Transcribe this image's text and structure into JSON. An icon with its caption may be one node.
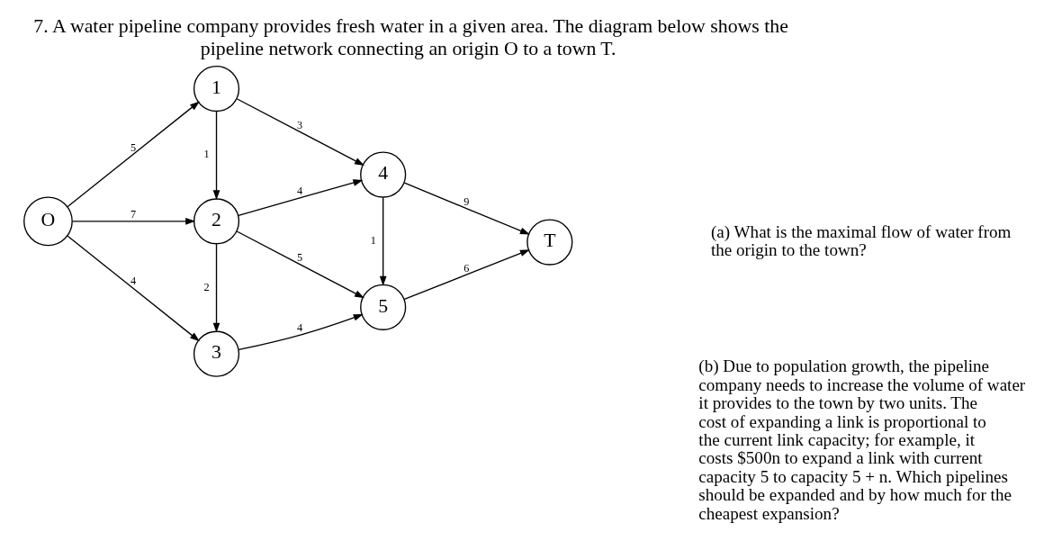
{
  "diagram": {
    "title": "7. A water pipeline company provides fresh water in a given area. The diagram below shows the pipeline network connecting an origin O to a town T.",
    "nodes": [
      {
        "text": [
          "O"
        ]
      },
      {
        "text": [
          "1"
        ]
      },
      {
        "text": [
          "2"
        ]
      },
      {
        "text": [
          "3"
        ]
      },
      {
        "text": [
          "4"
        ]
      },
      {
        "text": [
          "5"
        ]
      },
      {
        "text": [
          "T"
        ]
      }
    ],
    "edges": [
      {
        "from": 0,
        "to": 1,
        "arrow": "to",
        "label": "5"
      },
      {
        "from": 0,
        "to": 2,
        "arrow": "to",
        "label": "7"
      },
      {
        "from": 0,
        "to": 3,
        "arrow": "to",
        "label": "4"
      },
      {
        "from": 1,
        "to": 2,
        "arrow": "to",
        "label": "1"
      },
      {
        "from": 1,
        "to": 4,
        "arrow": "to",
        "label": "3"
      },
      {
        "from": 2,
        "to": 4,
        "arrow": "to",
        "label": "4"
      },
      {
        "from": 2,
        "to": 5,
        "arrow": "to",
        "label": "5"
      },
      {
        "from": 2,
        "to": 3,
        "arrow": "to",
        "label": "2"
      },
      {
        "from": 3,
        "to": 5,
        "arrow": "to",
        "label": "4"
      },
      {
        "from": 4,
        "to": 5,
        "arrow": "to",
        "label": "1"
      },
      {
        "from": 4,
        "to": 6,
        "arrow": "to",
        "label": "9"
      },
      {
        "from": 5,
        "to": 6,
        "arrow": "to",
        "label": "6"
      }
    ],
    "labels": [
      "(a) What is the maximal flow of water from the origin to the town?",
      "(b) Due to population growth, the pipeline company needs to increase the volume of water it provides to the town by two units. The cost of expanding a link is proportional to the current link capacity; for example, it costs $500n to expand a link with current capacity 5 to capacity 5 + n. Which pipelines should be expanded and by how much for the cheapest expansion?"
    ]
  }
}
